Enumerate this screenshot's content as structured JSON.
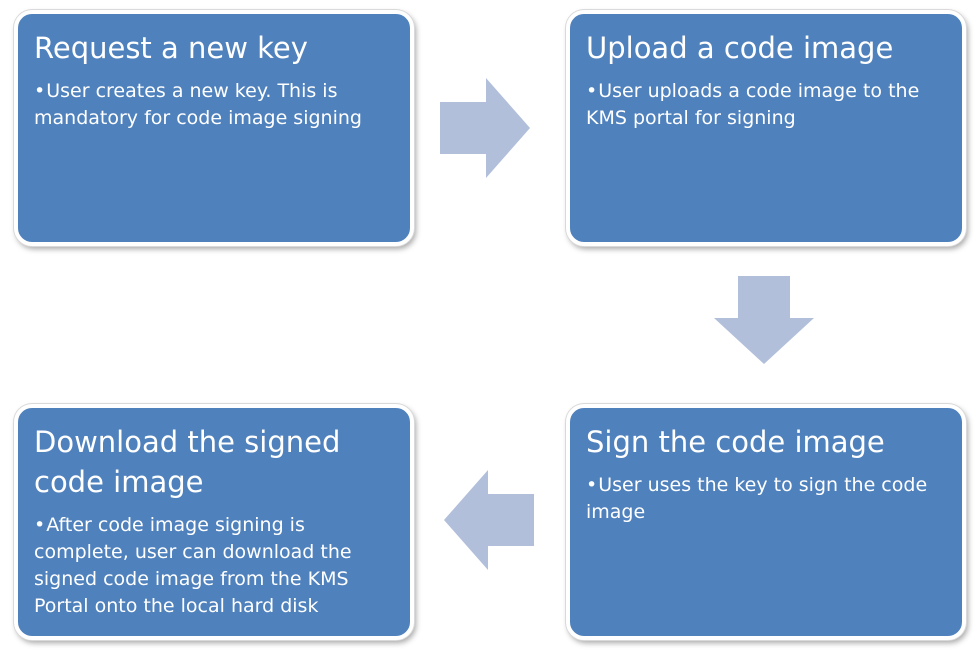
{
  "steps": [
    {
      "title": "Request a new key",
      "description": "User creates a new key. This is mandatory for code image signing"
    },
    {
      "title": "Upload a code image",
      "description": "User uploads a code image to the KMS portal for signing"
    },
    {
      "title": "Sign the code image",
      "description": "User uses the key to sign the code image"
    },
    {
      "title": "Download the signed code image",
      "description": "After code image signing is complete, user can download the signed code image from the KMS Portal onto the local hard disk"
    }
  ],
  "colors": {
    "box_fill": "#4f81bd",
    "box_text": "#ffffff",
    "arrow_fill": "#b1bfdb"
  }
}
